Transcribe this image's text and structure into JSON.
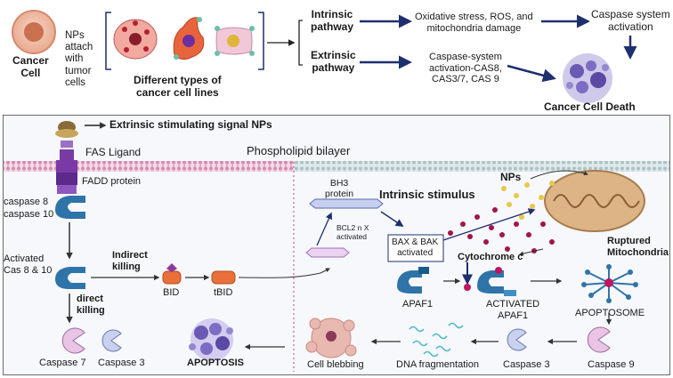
{
  "top": {
    "cancer_cell": [
      "Cancer",
      "Cell"
    ],
    "nps_attach": [
      "NPs",
      "attach",
      "with",
      "tumor",
      "cells"
    ],
    "cell_lines": [
      "Different types of",
      "cancer cell lines"
    ],
    "intrinsic_pathway": [
      "Intrinsic",
      "pathway"
    ],
    "extrinsic_pathway": [
      "Extrinsic",
      "pathway"
    ],
    "oxidative": [
      "Oxidative stress, ROS, and",
      "mitochondria damage"
    ],
    "caspase_activation_top": [
      "Caspase system",
      "activation"
    ],
    "caspase_cas": [
      "Caspase-system",
      "activation-CAS8,",
      "CAS3/7, CAS 9"
    ],
    "cancer_cell_death": "Cancer Cell Death"
  },
  "bottom": {
    "extrinsic_signal": "Extrinsic stimulating signal NPs",
    "fas_ligand": "FAS Ligand",
    "phospholipid": "Phospholipid bilayer",
    "fadd": "FADD protein",
    "caspase8": "caspase 8",
    "caspase10": "caspase 10",
    "activated_cas": [
      "Activated",
      "Cas 8 & 10"
    ],
    "indirect_killing": [
      "Indirect",
      "killing"
    ],
    "direct_killing": [
      "direct",
      "killing"
    ],
    "bid": "BID",
    "tbid": "tBID",
    "intrinsic_stimulus": "Intrinsic stimulus",
    "nps": "NPs",
    "bh3": [
      "BH3",
      "protein"
    ],
    "bcl2": [
      "BCL2 n X",
      "activated"
    ],
    "bax_bak": [
      "BAX & BAK",
      "activated"
    ],
    "ruptured": [
      "Ruptured",
      "Mitochondria"
    ],
    "cytochrome": "Cytochrome c",
    "apaf1": "APAF1",
    "activated_apaf1": [
      "ACTIVATED",
      "APAF1"
    ],
    "apoptosome": "APOPTOSOME",
    "caspase7": "Caspase 7",
    "caspase3_left": "Caspase 3",
    "apoptosis": "APOPTOSIS",
    "cell_blebbing": "Cell blebbing",
    "dna_fragmentation": "DNA fragmentation",
    "caspase3_right": "Caspase 3",
    "caspase9": "Caspase 9"
  },
  "colors": {
    "arrow": "#1f2f6e",
    "membrane": "#d9a7c7",
    "receptor": "#7a3aa6",
    "caspase_blue": "#2f74a8",
    "mito": "#d9b48a",
    "dots": "#a0154a"
  }
}
